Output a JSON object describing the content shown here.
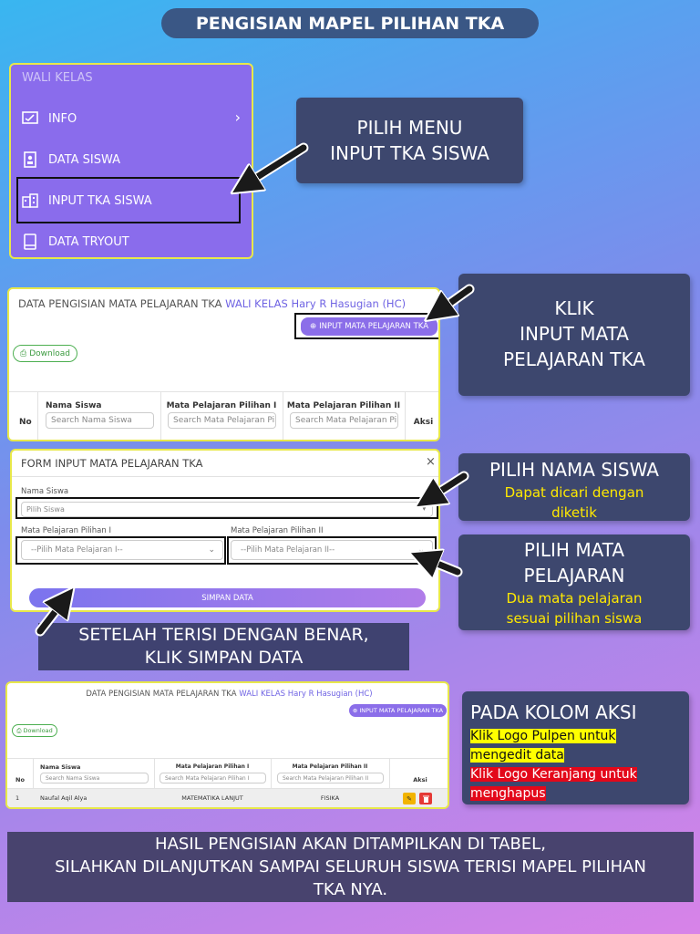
{
  "title": "PENGISIAN MAPEL PILIHAN TKA",
  "sidebar": {
    "heading": "WALI KELAS",
    "items": [
      {
        "label": "INFO",
        "icon": "chart-check-icon"
      },
      {
        "label": "DATA SISWA",
        "icon": "user-file-icon"
      },
      {
        "label": "INPUT TKA SISWA",
        "icon": "building-icon"
      },
      {
        "label": "DATA TRYOUT",
        "icon": "book-icon"
      }
    ]
  },
  "callouts": {
    "menu": {
      "line1": "PILIH MENU",
      "line2": "INPUT TKA SISWA"
    },
    "klik": {
      "line1": "KLIK",
      "line2": "INPUT MATA",
      "line3": "PELAJARAN TKA"
    },
    "nama": {
      "title": "PILIH NAMA SISWA",
      "sub1": "Dapat dicari dengan",
      "sub2": "diketik"
    },
    "mapel": {
      "title1": "PILIH MATA",
      "title2": "PELAJARAN",
      "sub1": "Dua mata pelajaran",
      "sub2": "sesuai pilihan siswa"
    },
    "simpan": {
      "line1": "SETELAH TERISI DENGAN BENAR,",
      "line2": "KLIK SIMPAN DATA"
    },
    "aksi": {
      "title": "PADA KOLOM AKSI",
      "l1": "Klik Logo Pulpen untuk",
      "l2": "mengedit data",
      "l3": "Klik Logo Keranjang untuk",
      "l4": "menghapus"
    },
    "footer": {
      "l1": "HASIL PENGISIAN AKAN DITAMPILKAN DI TABEL,",
      "l2": "SILAHKAN DILANJUTKAN SAMPAI SELURUH SISWA TERISI MAPEL PILIHAN",
      "l3": "TKA NYA."
    }
  },
  "datacard": {
    "title_prefix": "DATA PENGISIAN MATA PELAJARAN TKA",
    "title_highlight": "WALI KELAS Hary R Hasugian (HC)",
    "input_button": "INPUT MATA PELAJARAN TKA",
    "download": "Download",
    "columns": {
      "no": "No",
      "nama": "Nama Siswa",
      "p1": "Mata Pelajaran Pilihan I",
      "p2": "Mata Pelajaran Pilihan II",
      "aksi": "Aksi"
    },
    "search": {
      "nama": "Search Nama Siswa",
      "p1": "Search Mata Pelajaran Pilihan I",
      "p2": "Search Mata Pelajaran Pilihan II"
    }
  },
  "form": {
    "title": "FORM INPUT MATA PELAJARAN TKA",
    "close": "×",
    "nama_label": "Nama Siswa",
    "nama_placeholder": "Pilih Siswa",
    "p1_label": "Mata Pelajaran Pilihan I",
    "p1_placeholder": "--Pilih Mata Pelajaran I--",
    "p2_label": "Mata Pelajaran Pilihan II",
    "p2_placeholder": "--Pilih Mata Pelajaran II--",
    "submit": "SIMPAN DATA"
  },
  "result": {
    "row": {
      "no": "1",
      "nama": "Naufal Aqil Alya",
      "p1": "MATEMATIKA LANJUT",
      "p2": "FISIKA"
    }
  },
  "colors": {
    "title_bg": "#3a5785",
    "callout_bg": "#3d476e",
    "sidebar_bg": "#8a6cec",
    "accent": "#8b6ee9",
    "yellow": "#ffe900",
    "red": "#e3081a"
  }
}
